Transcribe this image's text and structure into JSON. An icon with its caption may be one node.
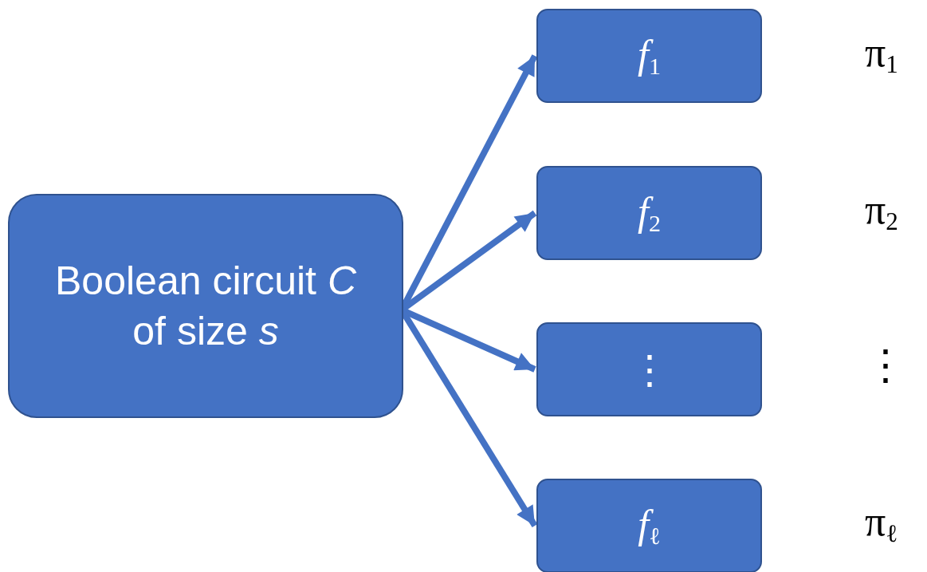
{
  "diagram": {
    "nodes": [
      {
        "text": [
          "Boolean circuit *C* of size *s*"
        ]
      },
      {
        "text": [
          "*f*$_{1}$"
        ]
      },
      {
        "text": [
          "*f*$_{2}$"
        ]
      },
      {
        "text": [
          "⋮"
        ]
      },
      {
        "text": [
          "*f*$_{ℓ}$"
        ]
      }
    ],
    "edges": [
      {
        "from": 0,
        "to": 1,
        "arrow": "to"
      },
      {
        "from": 0,
        "to": 2,
        "arrow": "to"
      },
      {
        "from": 0,
        "to": 3,
        "arrow": "to"
      },
      {
        "from": 0,
        "to": 4,
        "arrow": "to"
      }
    ],
    "labels": [
      "π$_{1}$",
      "π$_{2}$",
      "⋮",
      "π$_{ℓ}$"
    ]
  }
}
